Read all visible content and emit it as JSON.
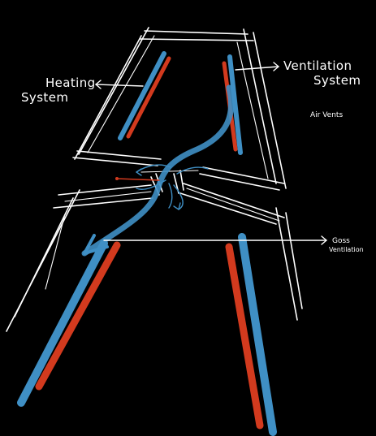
{
  "labels": {
    "heating_line1": "Heating",
    "heating_line2": "System",
    "ventilation_line1": "Ventilation",
    "ventilation_line2": "System",
    "air_vents": "Air Vents",
    "cross_line1": "Goss",
    "cross_line2": "Ventilation"
  },
  "colors": {
    "background": "#000000",
    "outline": "#ffffff",
    "cold_duct": "#3f8fc4",
    "hot_duct": "#d23a1e",
    "airflow": "#5aa0d0"
  }
}
